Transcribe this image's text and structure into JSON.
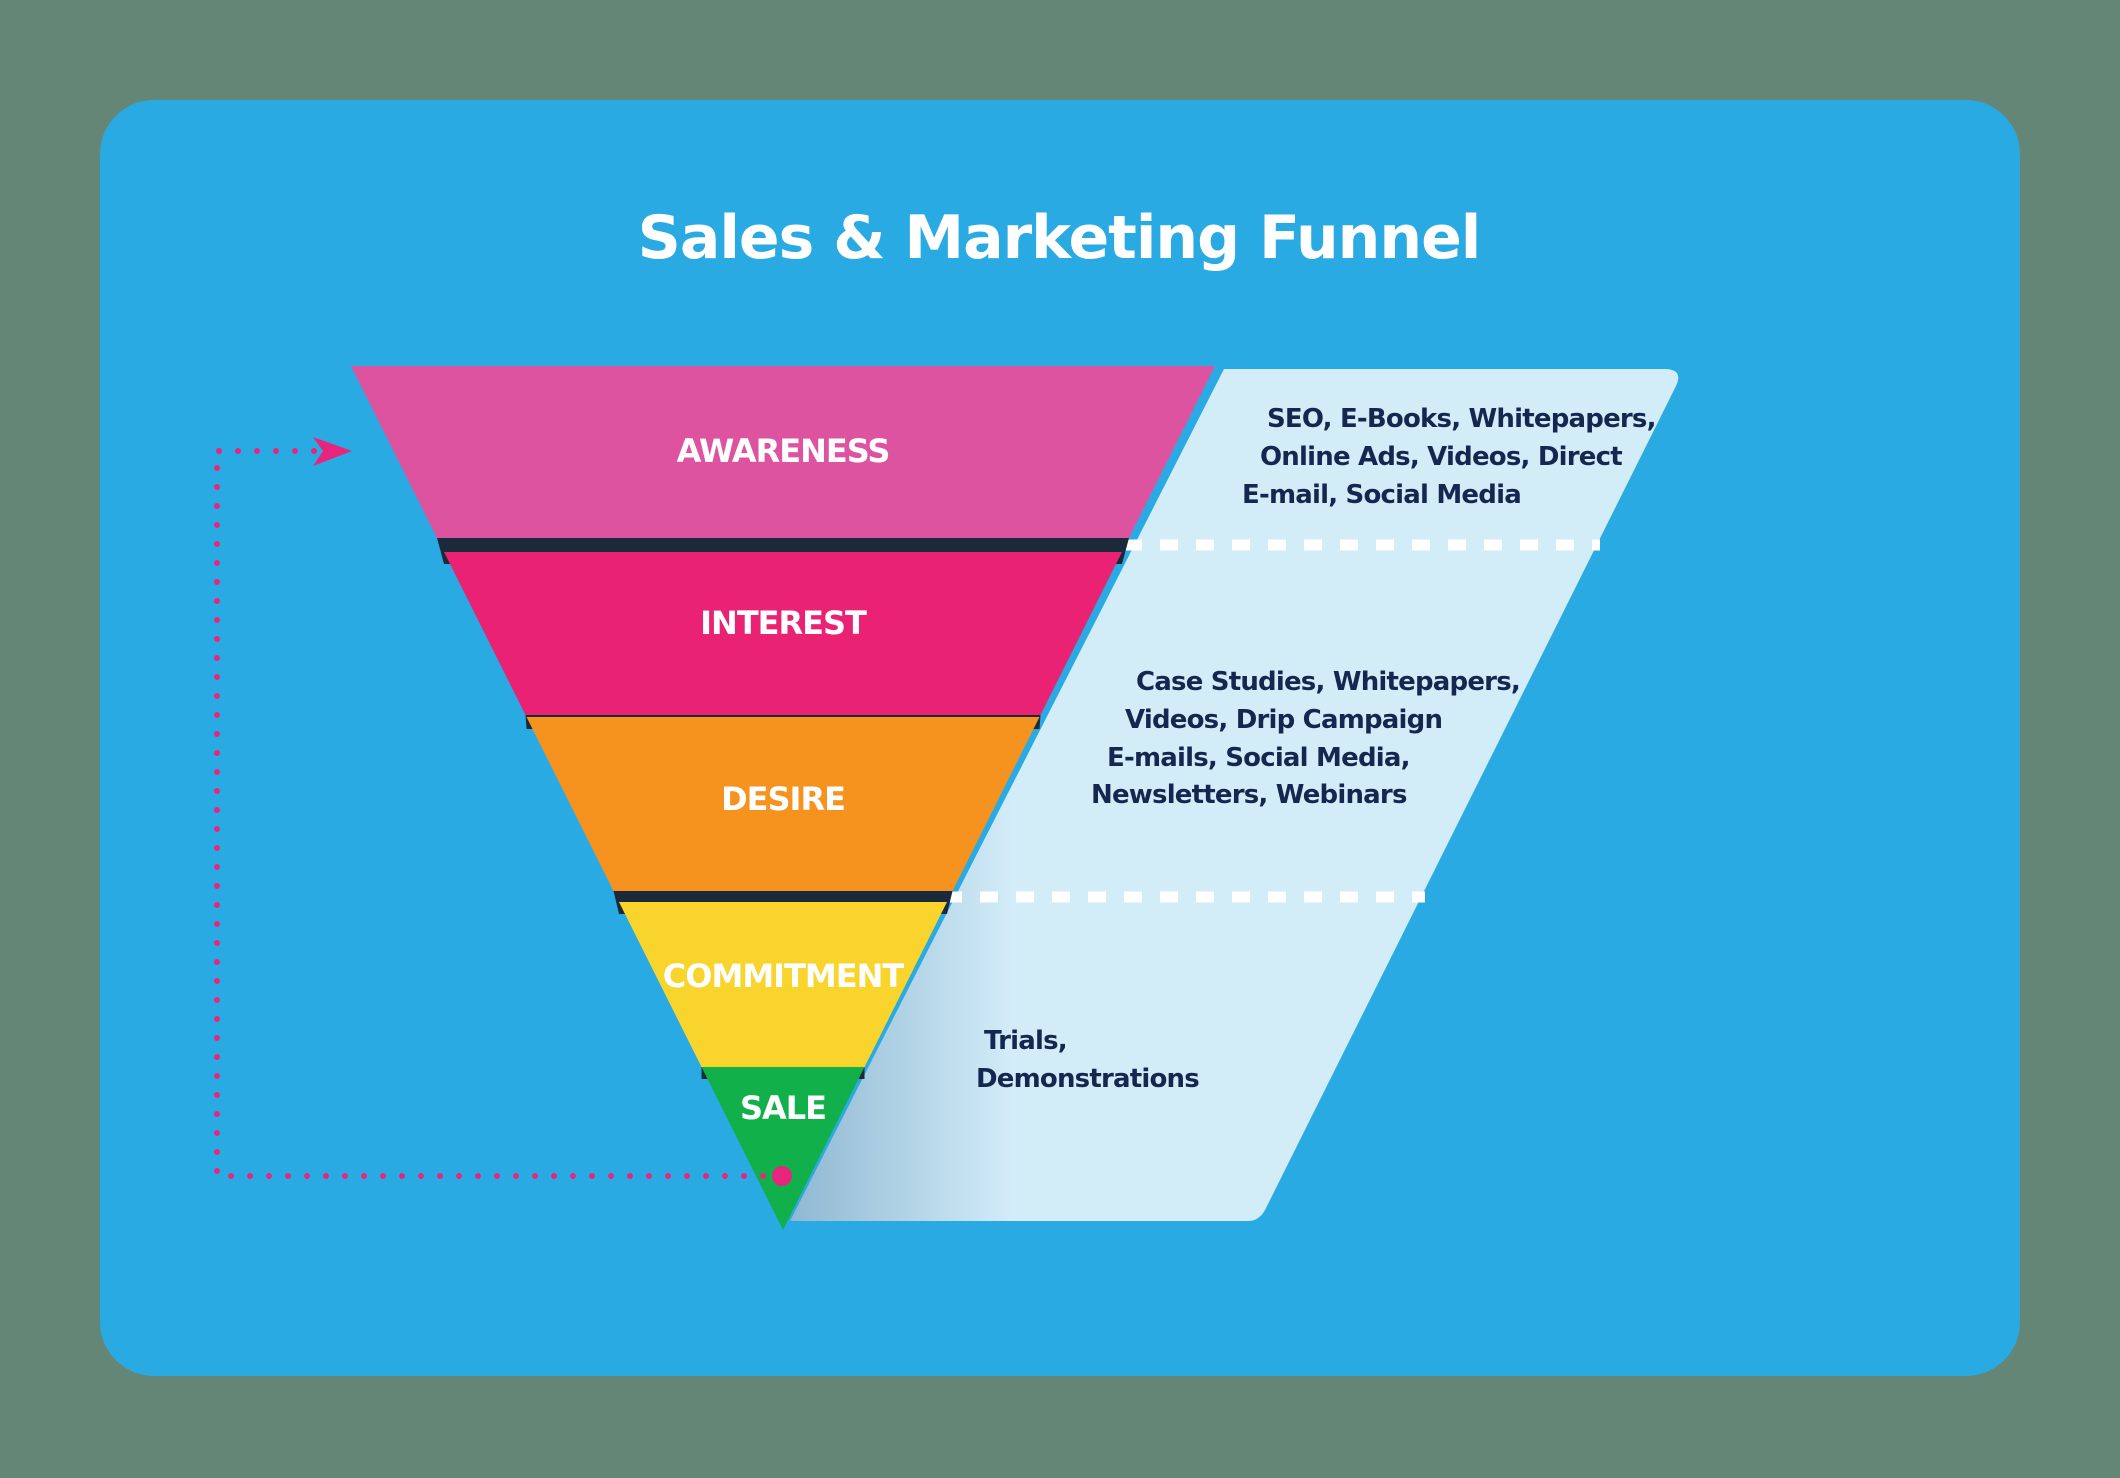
{
  "title": "Sales & Marketing Funnel",
  "stages": [
    {
      "label": "AWARENESS",
      "color": "#de53a0"
    },
    {
      "label": "INTEREST",
      "color": "#ea2274"
    },
    {
      "label": "DESIRE",
      "color": "#f6921e"
    },
    {
      "label": "COMMITMENT",
      "color": "#f8d42c"
    },
    {
      "label": "SALE",
      "color": "#12b04a"
    }
  ],
  "tactics": [
    {
      "lines": [
        "SEO, E-Books, Whitepapers,",
        "Online Ads, Videos, Direct",
        "E-mail, Social Media"
      ]
    },
    {
      "lines": [
        "Case Studies, Whitepapers,",
        "Videos, Drip Campaign",
        "E-mails, Social Media,",
        "Newsletters, Webinars"
      ]
    },
    {
      "lines": [
        "Trials,",
        "Demonstrations"
      ]
    }
  ],
  "colors": {
    "background": "#648677",
    "card": "#2aaae2",
    "panel": "#d2ecf8",
    "text_dark": "#14284f",
    "loop": "#e8257c"
  }
}
